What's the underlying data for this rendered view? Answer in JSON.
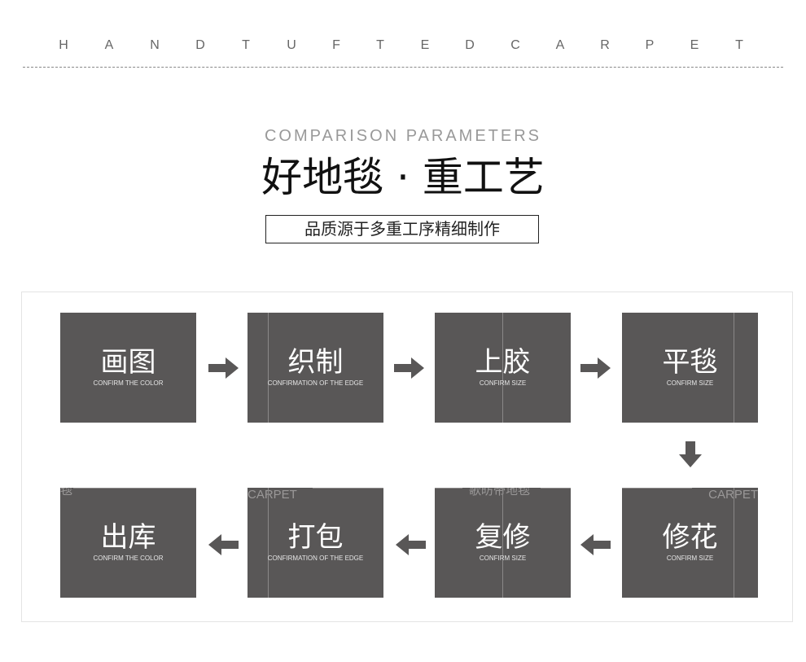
{
  "header": {
    "letters": [
      "H",
      "A",
      "N",
      "D",
      "T",
      "U",
      "F",
      "T",
      "E",
      "D",
      "C",
      "A",
      "R",
      "P",
      "E",
      "T"
    ],
    "subtitle_en": "COMPARISON PARAMETERS",
    "title_cn": "好地毯 · 重工艺",
    "tagline": "品质源于多重工序精细制作"
  },
  "steps": [
    {
      "cn": "画图",
      "en": "CONFIRM THE COLOR"
    },
    {
      "cn": "织制",
      "en": "CONFIRMATION OF THE EDGE"
    },
    {
      "cn": "上胶",
      "en": "CONFIRM SIZE"
    },
    {
      "cn": "平毯",
      "en": "CONFIRM SIZE"
    },
    {
      "cn": "修花",
      "en": "CONFIRM SIZE",
      "watermark": "CARPET"
    },
    {
      "cn": "复修",
      "en": "CONFIRM SIZE",
      "watermark": "歌昉帝地毯"
    },
    {
      "cn": "打包",
      "en": "CONFIRMATION OF THE EDGE",
      "watermark": "CARPET"
    },
    {
      "cn": "出库",
      "en": "CONFIRM THE COLOR",
      "watermark": "毯"
    }
  ],
  "colors": {
    "card": "#595757",
    "arrow": "#595757",
    "text": "#222222"
  },
  "icons": [
    "arrow-right-icon",
    "arrow-down-icon",
    "arrow-left-icon"
  ]
}
